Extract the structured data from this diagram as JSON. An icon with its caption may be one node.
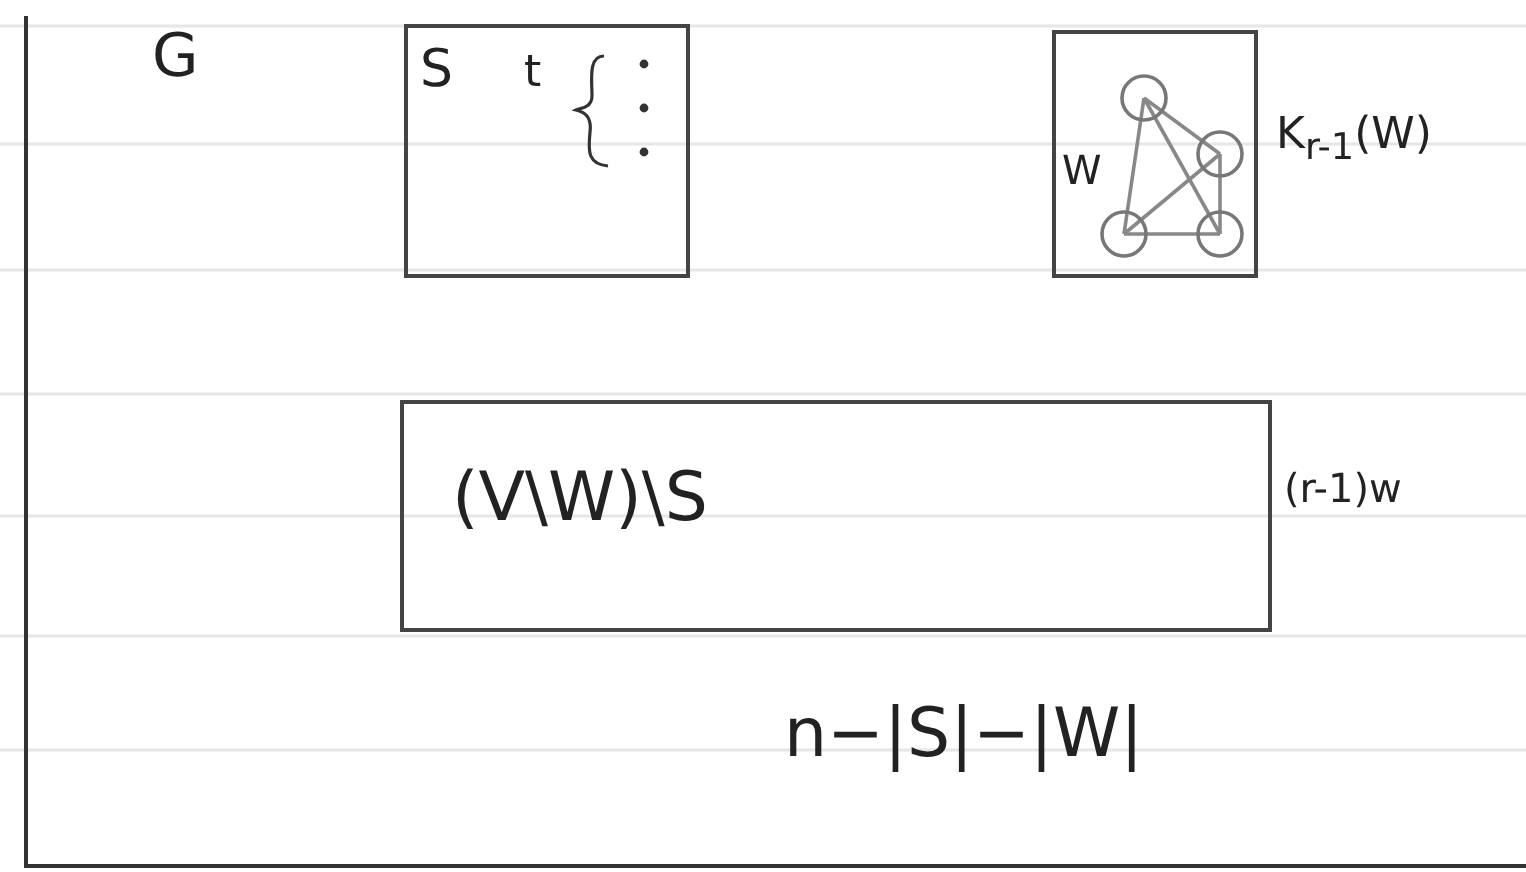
{
  "diagram": {
    "nodes": [
      {
        "text": [
          "G"
        ]
      },
      {
        "text": [
          "S",
          "t"
        ],
        "in": 0
      },
      {
        "text": [
          "W"
        ],
        "in": 0,
        "beside": [
          "K$_{r-1}$(W)"
        ]
      },
      {
        "text": [
          "(V\\W)\\S"
        ],
        "in": 0,
        "beside": [
          "(r-1)w",
          "n−|S|−|W|"
        ]
      }
    ]
  }
}
